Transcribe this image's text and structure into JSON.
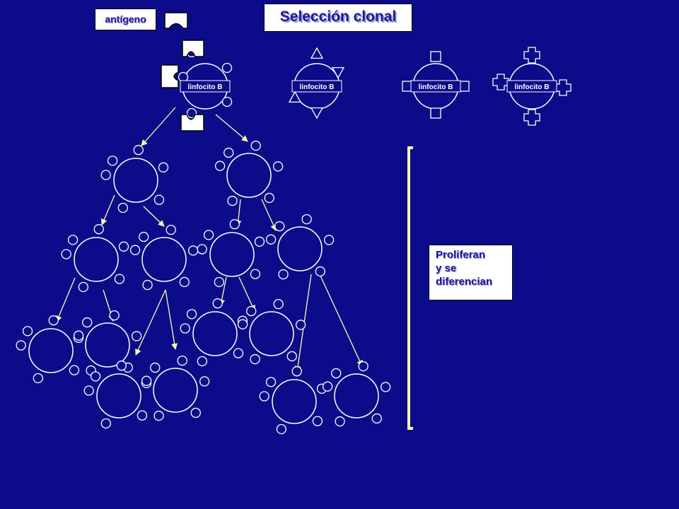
{
  "title": "Selección clonal",
  "antigen_label": "antígeno",
  "cell_label": "linfocito B",
  "annotation": {
    "lines": [
      "Proliferan",
      "y se",
      "diferencian"
    ]
  },
  "colors": {
    "background": "#0c0c8a",
    "cell_outline": "#ffffff",
    "arrow": "#ffffb0",
    "bracket": "#ffffb0",
    "box_fill": "#ffffff",
    "box_text": "#1a1aa0"
  },
  "b_cells": [
    {
      "receptor_shape": "rounded-c"
    },
    {
      "receptor_shape": "triangle"
    },
    {
      "receptor_shape": "square"
    },
    {
      "receptor_shape": "cross"
    }
  ]
}
